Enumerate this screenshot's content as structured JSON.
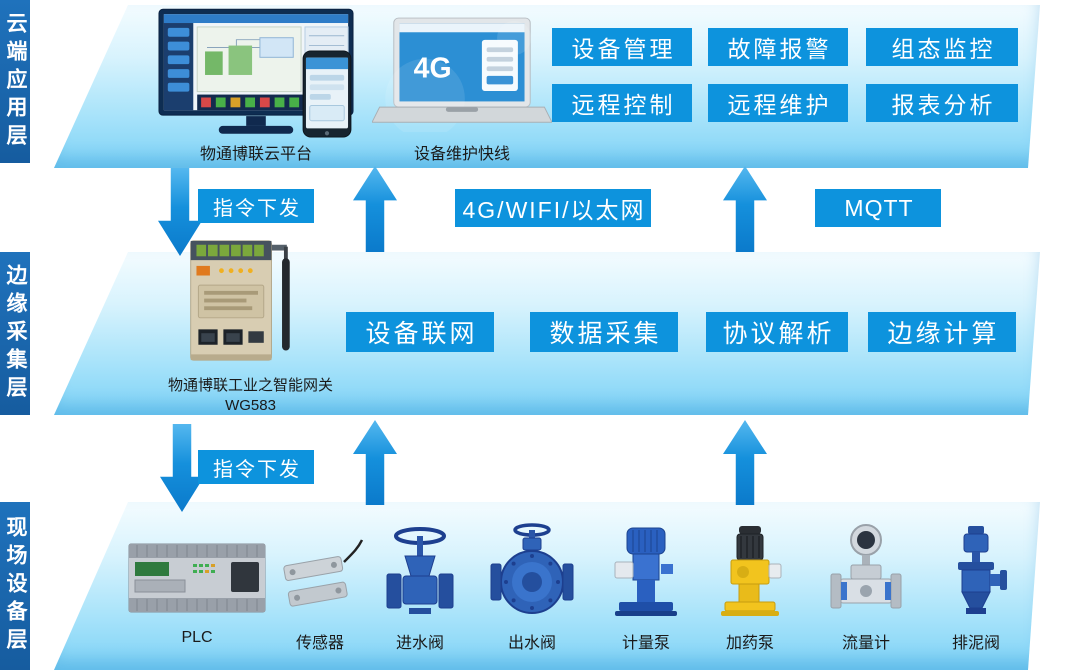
{
  "layers": {
    "cloud": {
      "strip_label": "云端应用层",
      "platform_caption": "物通博联云平台",
      "service_caption": "设备维护快线",
      "buttons": [
        "设备管理",
        "故障报警",
        "组态监控",
        "远程控制",
        "远程维护",
        "报表分析"
      ]
    },
    "edge": {
      "strip_label": "边缘采集层",
      "gateway_caption_line1": "物通博联工业之智能网关",
      "gateway_caption_line2": "WG583",
      "features": [
        "设备联网",
        "数据采集",
        "协议解析",
        "边缘计算"
      ]
    },
    "field": {
      "strip_label": "现场设备层",
      "devices": [
        "PLC",
        "传感器",
        "进水阀",
        "出水阀",
        "计量泵",
        "加药泵",
        "流量计",
        "排泥阀"
      ]
    }
  },
  "links": {
    "command_down_cloud_edge": "指令下发",
    "uplink_network": "4G/WIFI/以太网",
    "uplink_protocol": "MQTT",
    "command_down_edge_field": "指令下发"
  },
  "misc": {
    "laptop_screen_text": "4G"
  },
  "colors": {
    "strip_blue": "#1a67b0",
    "button_blue": "#0d93dd",
    "arrow_blue": "#0d7fd0",
    "band_light": "#f2fbff",
    "band_deep": "#7dd2f6"
  }
}
